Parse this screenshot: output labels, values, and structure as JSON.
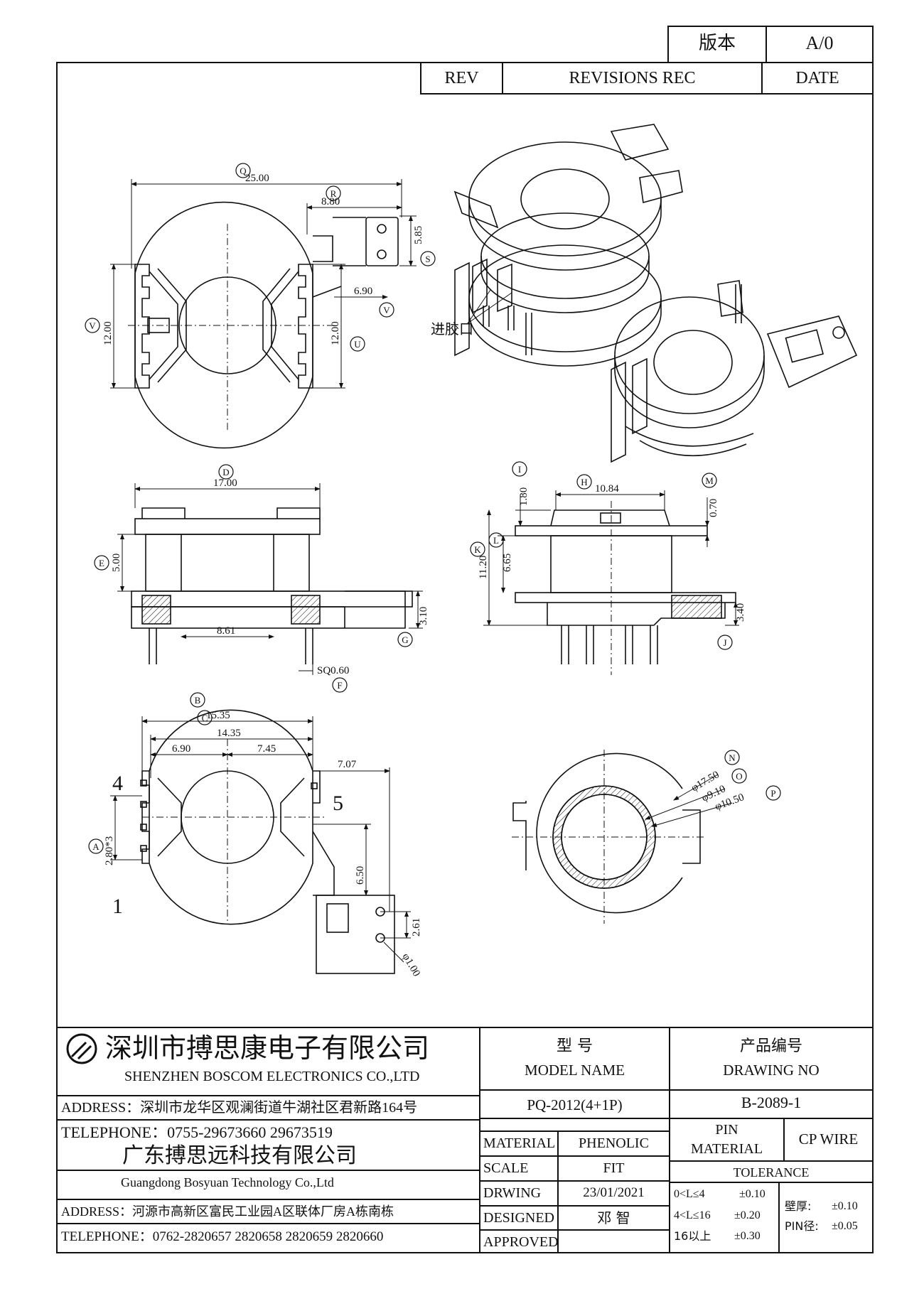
{
  "revision_block": {
    "version_label": "版本",
    "version_value": "A/0",
    "rev_label": "REV",
    "revisions_label": "REVISIONS REC",
    "date_label": "DATE"
  },
  "dimensions": {
    "Q": "25.00",
    "R": "8.80",
    "S": "5.85",
    "V_tab": "6.90",
    "V": "12.00",
    "U": "12.00",
    "D": "17.00",
    "E": "5.00",
    "G": "3.10",
    "F": "SQ0.60",
    "D_inner": "8.61",
    "I": "1.80",
    "H": "10.84",
    "M": "0.70",
    "K": "11.20",
    "L": "6.65",
    "J": "3.40",
    "B": "15.35",
    "C": "14.35",
    "B_left": "6.90",
    "B_right": "7.45",
    "side": "7.07",
    "A": "2.80*3",
    "mid": "6.50",
    "tab": "2.61",
    "hole": "φ1.00",
    "N": "φ17.50",
    "O": "φ9.10",
    "P": "φ10.50"
  },
  "callouts": {
    "Q": "Q",
    "R": "R",
    "S": "S",
    "V": "V",
    "U": "U",
    "D": "D",
    "E": "E",
    "G": "G",
    "F": "F",
    "I": "I",
    "H": "H",
    "M": "M",
    "K": "K",
    "L": "L",
    "J": "J",
    "B": "B",
    "C": "C",
    "A": "A",
    "N": "N",
    "O": "O",
    "P": "P"
  },
  "pins": {
    "pin4": "4",
    "pin5": "5",
    "pin1": "1"
  },
  "gate_label": "进胶口",
  "company": {
    "name_cn": "深圳市搏思康电子有限公司",
    "name_en": "SHENZHEN BOSCOM ELECTRONICS CO.,LTD",
    "address": "ADDRESS：深圳市龙华区观澜街道牛湖社区君新路164号",
    "telephone": "TELEPHONE：0755-29673660 29673519",
    "name2_cn": "广东搏思远科技有限公司",
    "name2_en": "Guangdong Bosyuan Technology Co.,Ltd",
    "address2": "ADDRESS：河源市高新区富民工业园A区联体厂房A栋南栋",
    "telephone2": "TELEPHONE：0762-2820657 2820658 2820659 2820660"
  },
  "title_block": {
    "model_cn": "型      号",
    "model_en": "MODEL NAME",
    "model_value": "PQ-2012(4+1P)",
    "drawing_cn": "产品编号",
    "drawing_en": "DRAWING NO",
    "drawing_value": "B-2089-1",
    "material_label": "MATERIAL",
    "material_value": "PHENOLIC",
    "scale_label": "SCALE",
    "scale_value": "FIT",
    "drwing_label": "DRWING",
    "drwing_value": "23/01/2021",
    "designed_label": "DESIGNED",
    "designed_value": "邓 智",
    "approved_label": "APPROVED",
    "pin_material_label_1": "PIN",
    "pin_material_label_2": "MATERIAL",
    "pin_material_value": "CP WIRE",
    "tolerance_label": "TOLERANCE",
    "tol_row1": "0<L≤4",
    "tol_row1_val": "±0.10",
    "tol_row2": "4<L≤16",
    "tol_row2_val": "±0.20",
    "tol_row3": "16以上",
    "tol_row3_val": "±0.30",
    "wall_label": "壁厚:",
    "wall_val": "±0.10",
    "pin_dia_label": "PIN径:",
    "pin_dia_val": "±0.05"
  }
}
